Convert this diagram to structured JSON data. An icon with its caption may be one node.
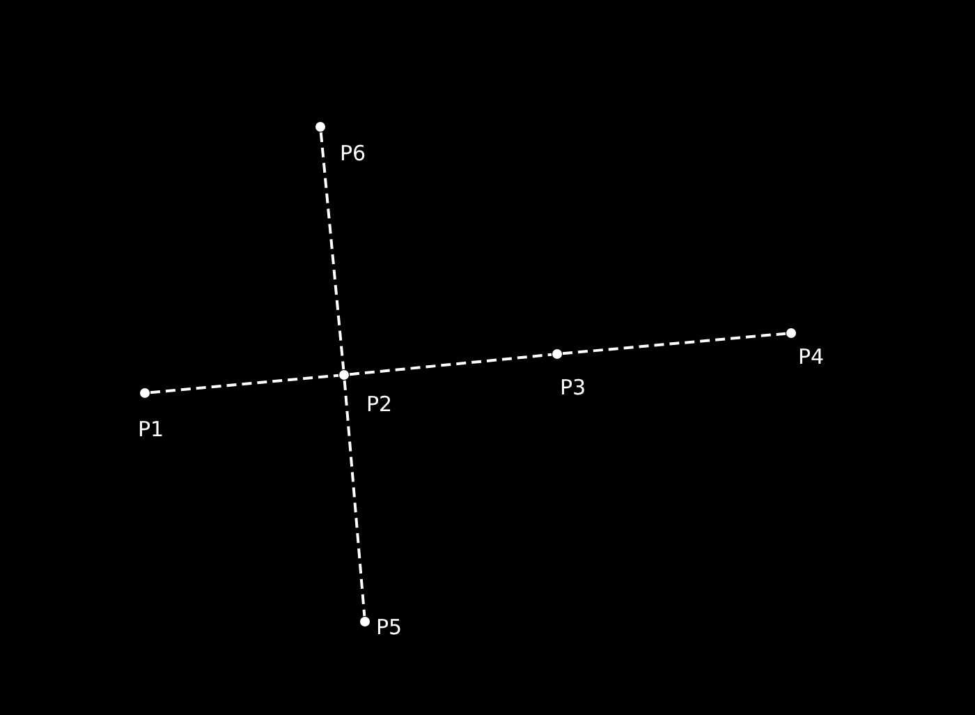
{
  "diagram": {
    "nodes": [
      {
        "text": [],
        "shape": "circle",
        "beside": [
          "P1"
        ]
      },
      {
        "text": [],
        "shape": "circle",
        "beside": [
          "P2"
        ]
      },
      {
        "text": [],
        "shape": "circle",
        "beside": [
          "P3"
        ]
      },
      {
        "text": [],
        "shape": "circle",
        "beside": [
          "P4"
        ]
      },
      {
        "text": [],
        "shape": "circle",
        "beside": [
          "P5"
        ]
      },
      {
        "text": [],
        "shape": "circle",
        "beside": [
          "P6"
        ]
      }
    ],
    "edges": [
      {
        "from": 0,
        "to": 1,
        "arrow": "none",
        "style": "dashed"
      },
      {
        "from": 1,
        "to": 2,
        "arrow": "none",
        "style": "dashed"
      },
      {
        "from": 2,
        "to": 3,
        "arrow": "none",
        "style": "dashed"
      },
      {
        "from": 5,
        "to": 1,
        "arrow": "none",
        "style": "dashed"
      },
      {
        "from": 1,
        "to": 4,
        "arrow": "none",
        "style": "dashed"
      }
    ]
  }
}
